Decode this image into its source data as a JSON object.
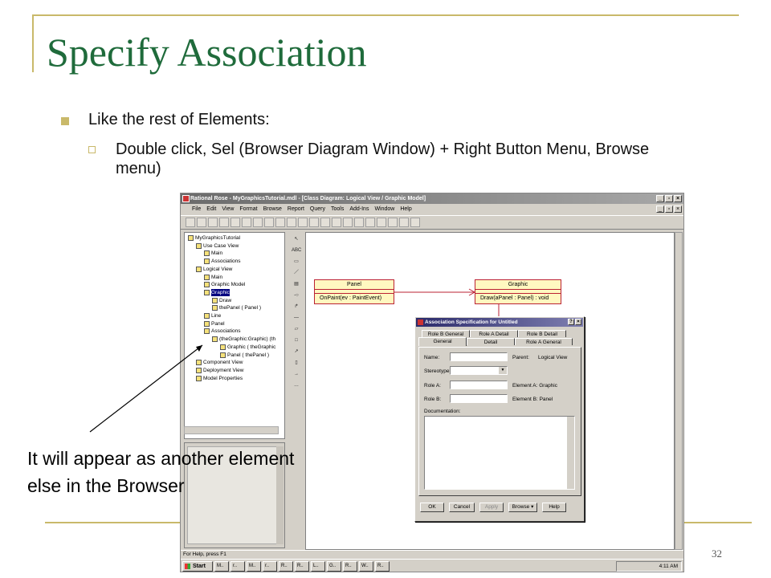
{
  "slide": {
    "title": "Specify Association",
    "bullet1": "Like the rest of Elements:",
    "bullet2": "Double click, Sel (Browser Diagram Window) + Right Button Menu, Browse menu)",
    "callout_line1": "It will appear as another element",
    "callout_line2": "else in the Browser",
    "page_number": "32"
  },
  "app": {
    "title": "Rational Rose - MyGraphicsTutorial.mdl - [Class Diagram: Logical View / Graphic Model]",
    "menu": [
      "File",
      "Edit",
      "View",
      "Format",
      "Browse",
      "Report",
      "Query",
      "Tools",
      "Add-Ins",
      "Window",
      "Help"
    ],
    "browser_tree": [
      {
        "label": "MyGraphicsTutorial",
        "indent": 0
      },
      {
        "label": "Use Case View",
        "indent": 1
      },
      {
        "label": "Main",
        "indent": 2
      },
      {
        "label": "Associations",
        "indent": 2
      },
      {
        "label": "Logical View",
        "indent": 1
      },
      {
        "label": "Main",
        "indent": 2
      },
      {
        "label": "Graphic Model",
        "indent": 2
      },
      {
        "label": "Graphic",
        "indent": 2
      },
      {
        "label": "Draw",
        "indent": 3
      },
      {
        "label": "thePanel ( Panel )",
        "indent": 3
      },
      {
        "label": "Line",
        "indent": 2
      },
      {
        "label": "Panel",
        "indent": 2
      },
      {
        "label": "Associations",
        "indent": 2
      },
      {
        "label": "(theGraphic:Graphic) (th",
        "indent": 3
      },
      {
        "label": "Graphic ( theGraphic",
        "indent": 4
      },
      {
        "label": "Panel ( thePanel )",
        "indent": 4
      },
      {
        "label": "Component View",
        "indent": 1
      },
      {
        "label": "Deployment View",
        "indent": 1
      },
      {
        "label": "Model Properties",
        "indent": 1
      }
    ],
    "palette": [
      "↖",
      "ABC",
      "▭",
      "／",
      "▤",
      "-○",
      "↱",
      "—",
      "▱",
      "□",
      "↗",
      "▯",
      "→",
      "…"
    ],
    "diagram": {
      "panel_class": {
        "name": "Panel",
        "operation": "OnPaint(ev : PaintEvent)"
      },
      "graphic_class": {
        "name": "Graphic",
        "operation": "Draw(aPanel : Panel) : void"
      }
    },
    "status": "For Help, press F1",
    "taskbar": {
      "start": "Start",
      "tasks": [
        "M..",
        "r..",
        "M..",
        "r..",
        "R..",
        "R..",
        "L..",
        "G..",
        "R..",
        "W..",
        "R.."
      ],
      "clock": "4:11 AM"
    }
  },
  "dialog": {
    "title": "Association Specification for Untitled",
    "tabs_back": [
      "Role B General",
      "Role A Detail",
      "Role B Detail"
    ],
    "tabs_front": [
      "General",
      "Detail",
      "Role A General"
    ],
    "name_label": "Name:",
    "name_value": "",
    "parent_label": "Parent:",
    "parent_value": "Logical View",
    "stereotype_label": "Stereotype:",
    "stereotype_value": "",
    "role_a_label": "Role A:",
    "role_a_value": "",
    "element_a": "Element A: Graphic",
    "role_b_label": "Role B:",
    "role_b_value": "",
    "element_b": "Element B: Panel",
    "documentation_label": "Documentation:",
    "buttons": {
      "ok": "OK",
      "cancel": "Cancel",
      "apply": "Apply",
      "browse": "Browse ▾",
      "help": "Help"
    }
  }
}
